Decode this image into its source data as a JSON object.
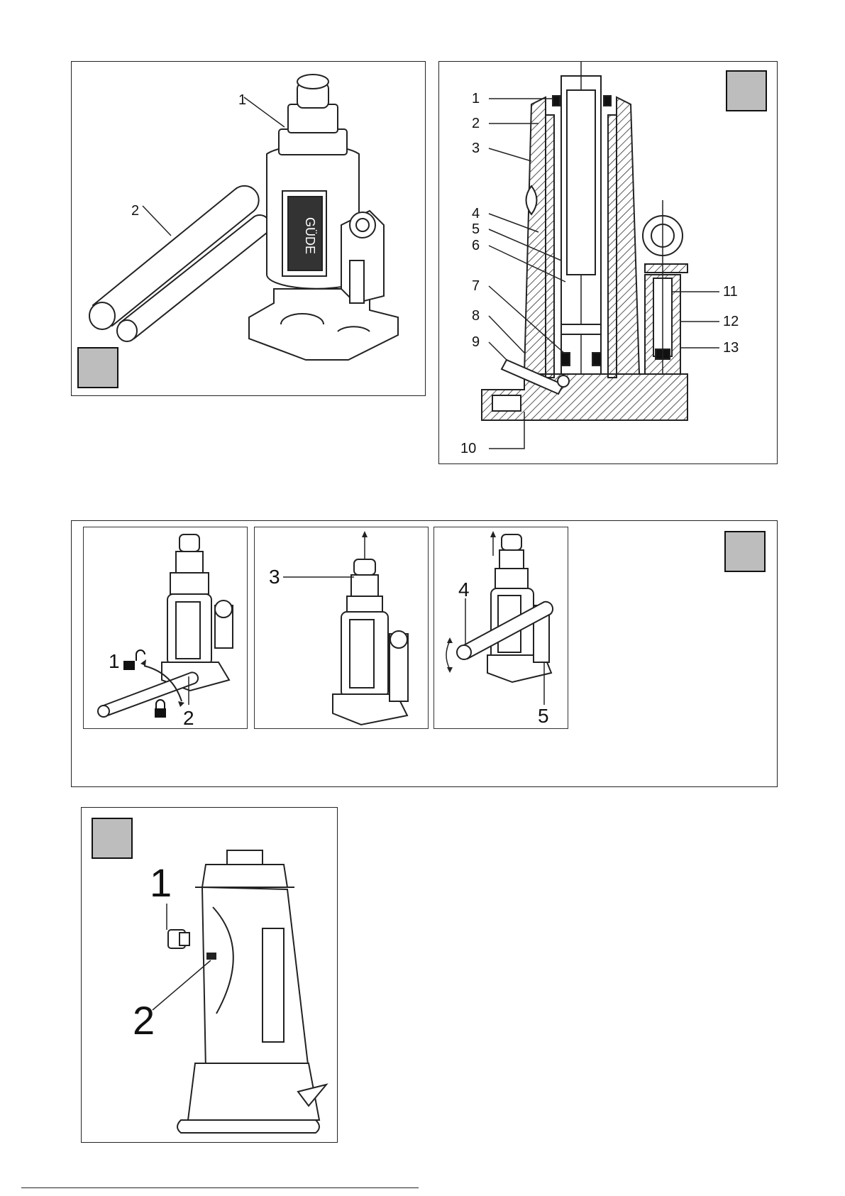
{
  "figure1": {
    "callouts": [
      {
        "label": "1",
        "name": "cap-nut"
      },
      {
        "label": "2",
        "name": "handle-rods"
      }
    ],
    "brand": "GÜDE"
  },
  "figure2": {
    "callouts": [
      "1",
      "2",
      "3",
      "4",
      "5",
      "6",
      "7",
      "8",
      "9",
      "10",
      "11",
      "12",
      "13"
    ]
  },
  "figure3": {
    "callouts": [
      "1",
      "2",
      "3",
      "4",
      "5"
    ],
    "lock_icons": [
      "unlock-icon",
      "lock-icon"
    ]
  },
  "figure4": {
    "callouts": [
      "1",
      "2"
    ]
  },
  "colors": {
    "badge": "#bdbdbd",
    "ink": "#222222",
    "paper": "#ffffff"
  }
}
